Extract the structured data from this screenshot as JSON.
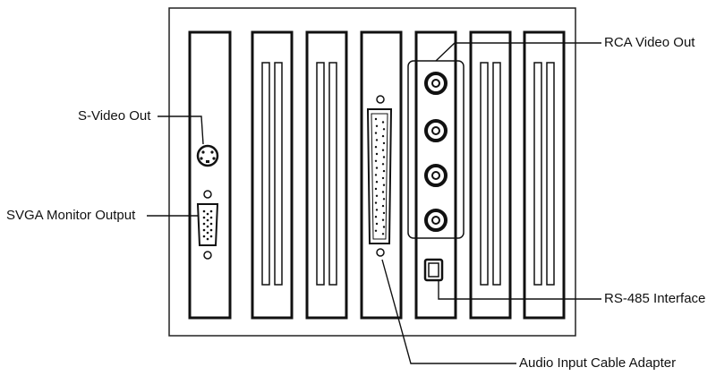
{
  "labels": {
    "rca_video_out": "RCA Video Out",
    "s_video_out": "S-Video Out",
    "svga_monitor_output": "SVGA Monitor Output",
    "rs485_interface": "RS-485 Interface",
    "audio_input_cable_adapter": "Audio Input Cable Adapter"
  },
  "colors": {
    "stroke": "#111111",
    "background": "#ffffff"
  }
}
